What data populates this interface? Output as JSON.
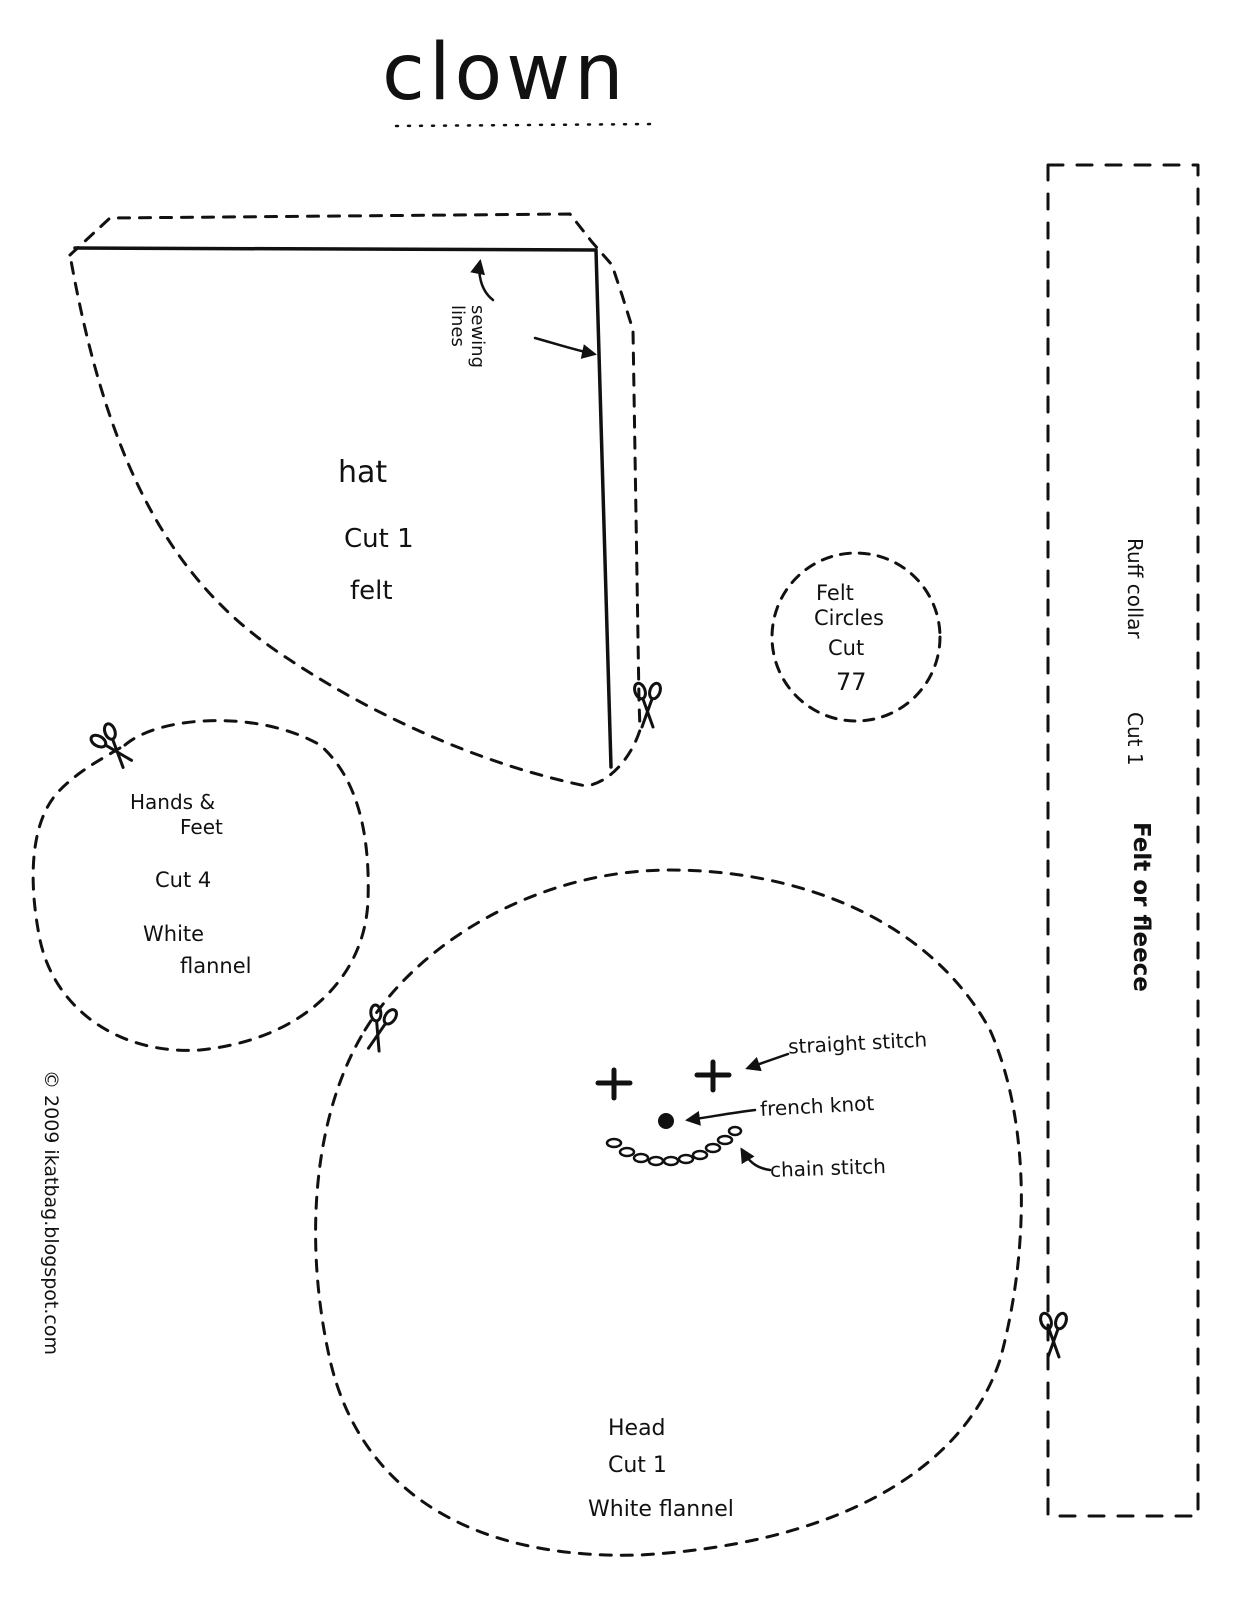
{
  "title": "clown",
  "hat": {
    "label": "hat",
    "cut": "Cut 1",
    "material": "felt",
    "annotation": [
      "sewing",
      "lines"
    ]
  },
  "circles": {
    "line1": "Felt",
    "line2": "Circles",
    "line3": "Cut",
    "line4": "77"
  },
  "hands": {
    "line1": "Hands &",
    "line2": "Feet",
    "cut": "Cut 4",
    "material1": "White",
    "material2": "flannel"
  },
  "head": {
    "label": "Head",
    "cut": "Cut 1",
    "material": "White flannel"
  },
  "face": {
    "straight_stitch": "straight stitch",
    "french_knot": "french knot",
    "chain_stitch": "chain stitch"
  },
  "collar": {
    "label": "Ruff collar",
    "cut": "Cut 1",
    "material": "Felt or fleece"
  },
  "copyright": "© 2009 ikatbag.blogspot.com",
  "colors": {
    "ink": "#111111",
    "paper": "#ffffff"
  },
  "icons": [
    "scissors-icon"
  ]
}
